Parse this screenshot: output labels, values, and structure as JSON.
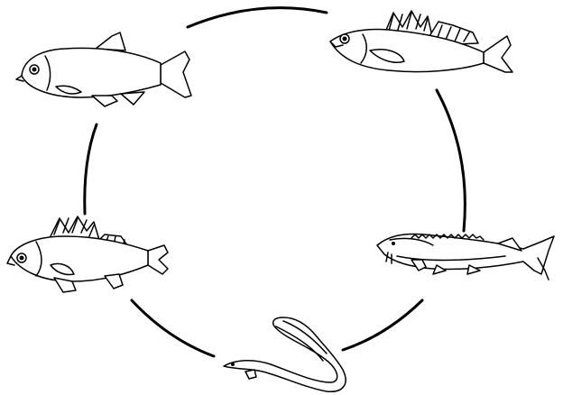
{
  "diagram": {
    "type": "cycle",
    "nodes": [
      {
        "id": "tench",
        "icon": "tench-fish-icon"
      },
      {
        "id": "zander",
        "icon": "zander-fish-icon"
      },
      {
        "id": "sturgeon",
        "icon": "sturgeon-fish-icon"
      },
      {
        "id": "eel",
        "icon": "eel-fish-icon"
      },
      {
        "id": "perch",
        "icon": "perch-fish-icon"
      }
    ],
    "connectors": [
      "tench-to-zander",
      "zander-to-sturgeon",
      "sturgeon-to-eel",
      "eel-to-perch",
      "perch-to-tench"
    ],
    "colors": {
      "ink": "#000000",
      "background": "#ffffff"
    }
  }
}
